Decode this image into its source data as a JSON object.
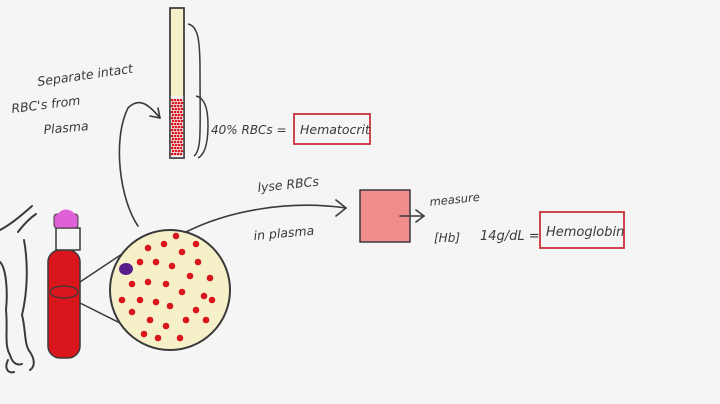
{
  "labels": {
    "separate_line1": "Separate intact",
    "separate_line2": "RBC's from",
    "separate_line3": "Plasma",
    "percent_rbcs": "40% RBCs =",
    "hematocrit": "Hematocrit",
    "lyse_line1": "lyse RBCs",
    "lyse_line2": "in plasma",
    "measure": "measure",
    "hb_bracket": "[Hb]",
    "hb_value": "14g/dL =",
    "hemoglobin": "Hemoglobin"
  },
  "colors": {
    "ink": "#3a3a3a",
    "blood_red": "#d8161c",
    "box_red": "#c8323a",
    "pink_square": "#f08c8c",
    "plasma": "#f5f0c8",
    "cap_pink": "#e060d8",
    "wbc_purple": "#5a1e8c"
  },
  "hematocrit_fraction": 0.4
}
